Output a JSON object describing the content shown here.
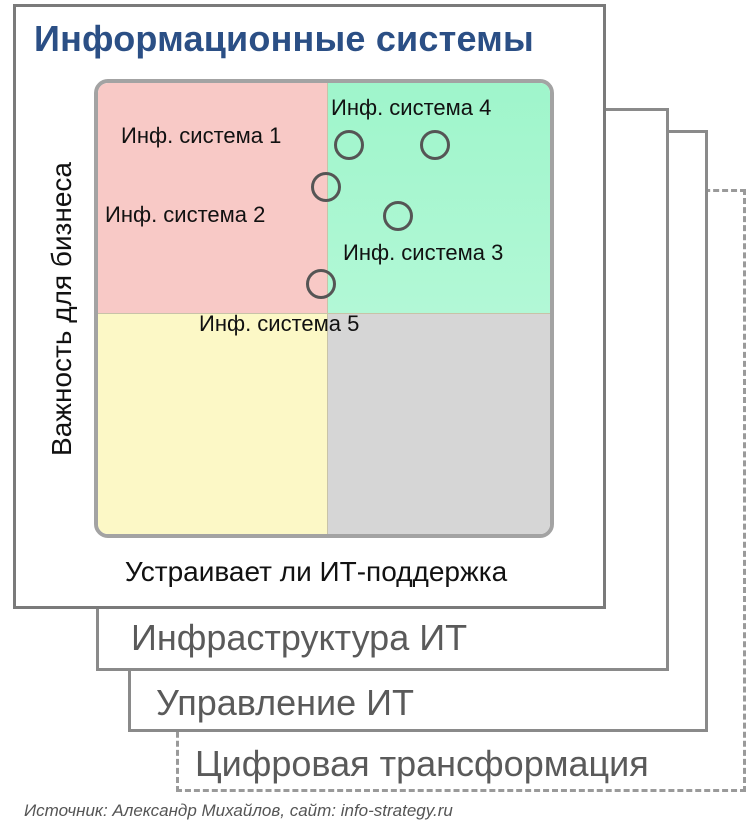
{
  "layers": {
    "digital_transformation": "Цифровая трансформация",
    "it_management": "Управление ИТ",
    "it_infrastructure": "Инфраструктура ИТ",
    "information_systems": "Информационные системы"
  },
  "matrix": {
    "y_axis_label": "Важность  для бизнеса",
    "x_axis_label": "Устраивает ли ИТ-поддержка",
    "quadrant_colors": {
      "top_left": "#f8c9c6",
      "top_right": "#a8f6d0",
      "bottom_left": "#fcf8c6",
      "bottom_right": "#d6d6d6"
    },
    "title_color": "#2b4f85",
    "systems": [
      {
        "label": "Инф. система 1"
      },
      {
        "label": "Инф. система 2"
      },
      {
        "label": "Инф. система 3"
      },
      {
        "label": "Инф. система 4"
      },
      {
        "label": "Инф. система 5"
      }
    ]
  },
  "source": "Источник: Александр Михайлов, сайт: info-strategy.ru"
}
